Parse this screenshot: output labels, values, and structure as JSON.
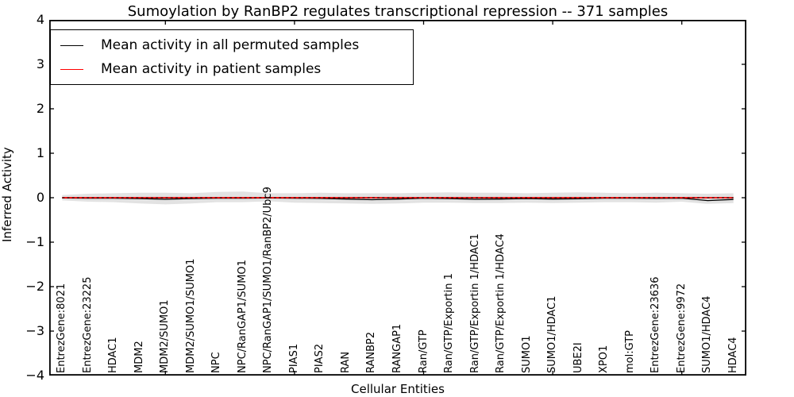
{
  "figure": {
    "title": "Sumoylation by RanBP2 regulates transcriptional repression -- 371 samples"
  },
  "chart_data": {
    "type": "line",
    "title": "Sumoylation by RanBP2 regulates transcriptional repression -- 371 samples",
    "xlabel": "Cellular Entities",
    "ylabel": "Inferred Activity",
    "ylim": [
      -4,
      4
    ],
    "xlim": [
      0.5,
      27.5
    ],
    "grid": false,
    "background": "#ffffff",
    "axis_color": "#000000",
    "yticks": [
      {
        "label": "4",
        "value": 4
      },
      {
        "label": "3",
        "value": 3
      },
      {
        "label": "2",
        "value": 2
      },
      {
        "label": "1",
        "value": 1
      },
      {
        "label": "0",
        "value": 0
      },
      {
        "label": "−1",
        "value": -1
      },
      {
        "label": "−2",
        "value": -2
      },
      {
        "label": "−3",
        "value": -3
      },
      {
        "label": "−4",
        "value": -4
      }
    ],
    "xtick_positions": [
      5,
      10,
      15,
      20,
      25
    ],
    "categories": [
      "EntrezGene:8021",
      "EntrezGene:23225",
      "HDAC1",
      "MDM2",
      "MDM2/SUMO1",
      "MDM2/SUMO1/SUMO1",
      "NPC",
      "NPC/RanGAP1/SUMO1",
      "NPC/RanGAP1/SUMO1/RanBP2/Ubc9",
      "PIAS1",
      "PIAS2",
      "RAN",
      "RANBP2",
      "RANGAP1",
      "Ran/GTP",
      "Ran/GTP/Exportin 1",
      "Ran/GTP/Exportin 1/HDAC1",
      "Ran/GTP/Exportin 1/HDAC4",
      "SUMO1",
      "SUMO1/HDAC1",
      "UBE2I",
      "XPO1",
      "mol:GTP",
      "EntrezGene:23636",
      "EntrezGene:9972",
      "SUMO1/HDAC4",
      "HDAC4"
    ],
    "legend": {
      "position": "upper left",
      "entries": [
        {
          "label": "Mean activity in all permuted samples",
          "color": "#000000"
        },
        {
          "label": "Mean activity in patient samples",
          "color": "#ff0000"
        }
      ]
    },
    "series": [
      {
        "name": "Mean activity in all permuted samples",
        "color": "#000000",
        "values": [
          -0.005,
          -0.01,
          -0.01,
          -0.02,
          -0.035,
          -0.02,
          -0.01,
          -0.01,
          -0.005,
          -0.01,
          -0.015,
          -0.03,
          -0.045,
          -0.03,
          -0.01,
          -0.02,
          -0.035,
          -0.03,
          -0.02,
          -0.03,
          -0.025,
          -0.01,
          -0.01,
          -0.015,
          -0.01,
          -0.065,
          -0.04
        ]
      },
      {
        "name": "Mean activity in patient samples",
        "color": "#ff0000",
        "values": [
          0,
          0,
          0,
          0,
          0,
          0,
          0,
          0,
          0,
          0,
          0,
          0,
          0,
          0,
          0,
          0,
          0,
          0,
          0,
          0,
          0,
          0,
          0,
          0,
          0,
          0,
          0
        ]
      }
    ],
    "band": {
      "name": "permuted activity range",
      "color": "#e2e2e2",
      "upper": [
        0.06,
        0.09,
        0.1,
        0.11,
        0.11,
        0.1,
        0.13,
        0.14,
        0.1,
        0.1,
        0.11,
        0.1,
        0.1,
        0.1,
        0.11,
        0.12,
        0.11,
        0.11,
        0.1,
        0.11,
        0.12,
        0.11,
        0.1,
        0.11,
        0.1,
        0.09,
        0.1
      ],
      "lower": [
        -0.06,
        -0.09,
        -0.1,
        -0.13,
        -0.15,
        -0.13,
        -0.1,
        -0.1,
        -0.08,
        -0.11,
        -0.12,
        -0.13,
        -0.14,
        -0.13,
        -0.11,
        -0.11,
        -0.12,
        -0.12,
        -0.11,
        -0.12,
        -0.11,
        -0.1,
        -0.1,
        -0.11,
        -0.09,
        -0.14,
        -0.12
      ]
    }
  }
}
